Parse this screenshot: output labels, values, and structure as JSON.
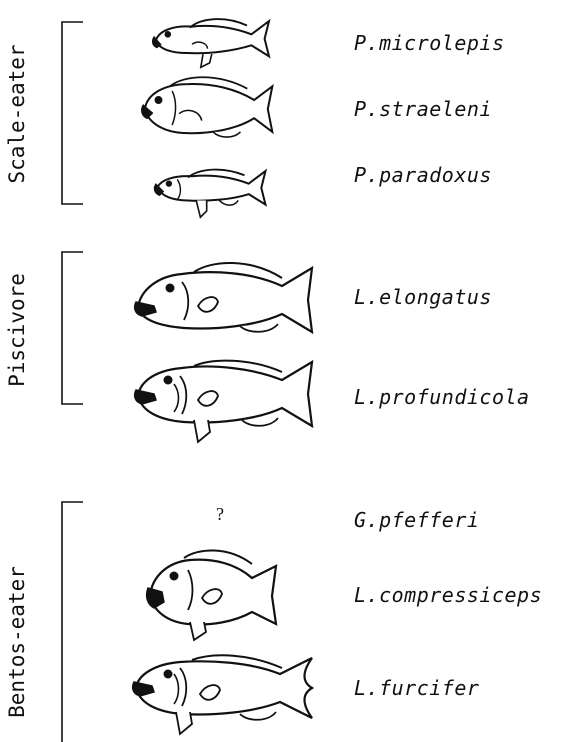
{
  "groups": [
    {
      "label": "Scale-eater",
      "species": [
        "P.microlepis",
        "P.straeleni",
        "P.paradoxus"
      ]
    },
    {
      "label": "Piscivore",
      "species": [
        "L.elongatus",
        "L.profundicola"
      ]
    },
    {
      "label": "Bentos-eater",
      "species": [
        "G.pfefferi",
        "L.compressiceps",
        "L.furcifer"
      ]
    }
  ],
  "unknown_marker": "?",
  "stroke_color": "#111111"
}
